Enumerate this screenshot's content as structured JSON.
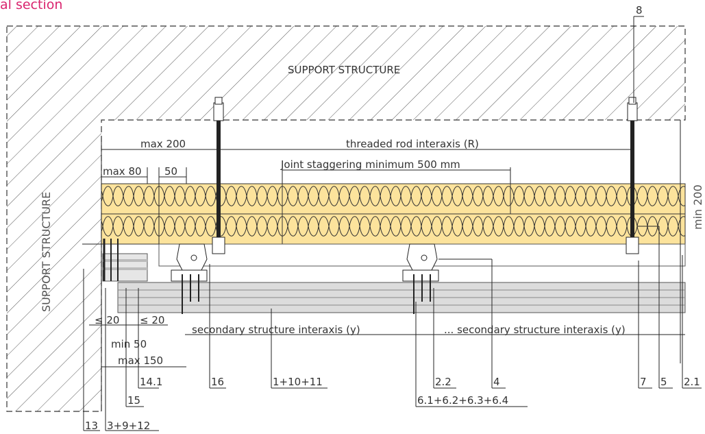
{
  "title": "al section",
  "labels": {
    "support_top": "SUPPORT STRUCTURE",
    "support_side": "SUPPORT STRUCTURE",
    "max200": "max 200",
    "rod_interaxis": "threaded rod interaxis (R)",
    "max80": "max 80",
    "d50": "50",
    "joint": "Joint staggering minimum 500 mm",
    "min200": "min 200",
    "le20a": "≤ 20",
    "le20b": "≤ 20",
    "sec1": "secondary structure interaxis (y)",
    "sec2": "... secondary structure interaxis (y)",
    "min50": "min 50",
    "max150": "max 150"
  },
  "callouts": {
    "c8": "8",
    "c14_1": "14.1",
    "c16": "16",
    "c1_10_11": "1+10+11",
    "c2_2": "2.2",
    "c4": "4",
    "c7": "7",
    "c5": "5",
    "c2_1": "2.1",
    "c6": "6.1+6.2+6.3+6.4",
    "c15": "15",
    "c13": "13",
    "c3_9_12": "3+9+12"
  }
}
